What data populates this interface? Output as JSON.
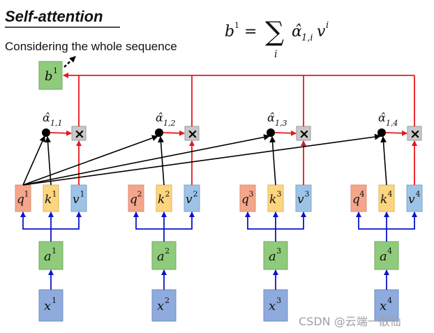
{
  "title": "Self-attention",
  "subtitle": "Considering the whole sequence",
  "formula": {
    "lhs": "b",
    "lhs_sup": "1",
    "eq": "=",
    "sum": "∑",
    "sum_sub": "i",
    "alpha": "α̂",
    "alpha_sub": "1,i",
    "v": "v",
    "v_sup": "i"
  },
  "output": {
    "label": "b",
    "sup": "1"
  },
  "columns": [
    {
      "alpha": "α̂",
      "alpha_sub": "1,1",
      "q": "q",
      "k": "k",
      "v": "v",
      "a": "a",
      "x": "x",
      "idx": "1"
    },
    {
      "alpha": "α̂",
      "alpha_sub": "1,2",
      "q": "q",
      "k": "k",
      "v": "v",
      "a": "a",
      "x": "x",
      "idx": "2"
    },
    {
      "alpha": "α̂",
      "alpha_sub": "1,3",
      "q": "q",
      "k": "k",
      "v": "v",
      "a": "a",
      "x": "x",
      "idx": "3"
    },
    {
      "alpha": "α̂",
      "alpha_sub": "1,4",
      "q": "q",
      "k": "k",
      "v": "v",
      "a": "a",
      "x": "x",
      "idx": "4"
    }
  ],
  "multiply_symbol": "×",
  "watermark": "CSDN @云端一散仙",
  "colors": {
    "q": "#f4a58a",
    "k": "#fdd57e",
    "v": "#9dc3e6",
    "a": "#8fcb7a",
    "x": "#8faadc",
    "b": "#8fcb7a",
    "red": "#e8171b",
    "blue": "#0a14c8",
    "black": "#000000",
    "mult_bg": "#c8c8c8"
  }
}
